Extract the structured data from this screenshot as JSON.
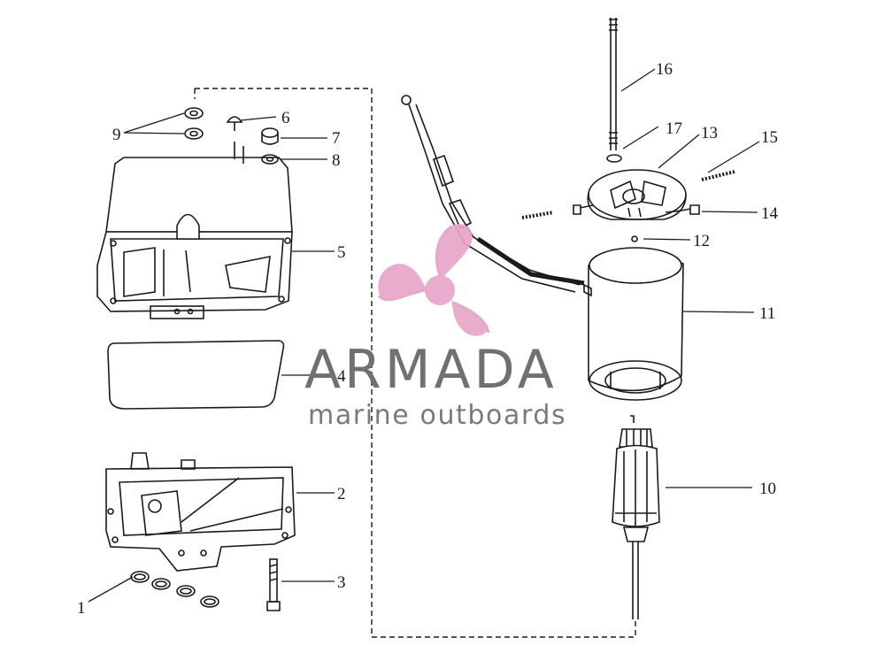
{
  "callouts": [
    {
      "id": "1",
      "text": "1"
    },
    {
      "id": "2",
      "text": "2"
    },
    {
      "id": "3",
      "text": "3"
    },
    {
      "id": "4",
      "text": "4"
    },
    {
      "id": "5",
      "text": "5"
    },
    {
      "id": "6",
      "text": "6"
    },
    {
      "id": "7",
      "text": "7"
    },
    {
      "id": "8",
      "text": "8"
    },
    {
      "id": "9",
      "text": "9"
    },
    {
      "id": "10",
      "text": "10"
    },
    {
      "id": "11",
      "text": "11"
    },
    {
      "id": "12",
      "text": "12"
    },
    {
      "id": "13",
      "text": "13"
    },
    {
      "id": "14",
      "text": "14"
    },
    {
      "id": "15",
      "text": "15"
    },
    {
      "id": "16",
      "text": "16"
    },
    {
      "id": "17",
      "text": "17"
    }
  ],
  "watermark": {
    "title": "ARMADA",
    "subtitle": "marine outboards",
    "logo_color": "#e8a6c8",
    "text_color": "#707070"
  },
  "colors": {
    "line": "#1a1a1a",
    "background": "#ffffff"
  }
}
